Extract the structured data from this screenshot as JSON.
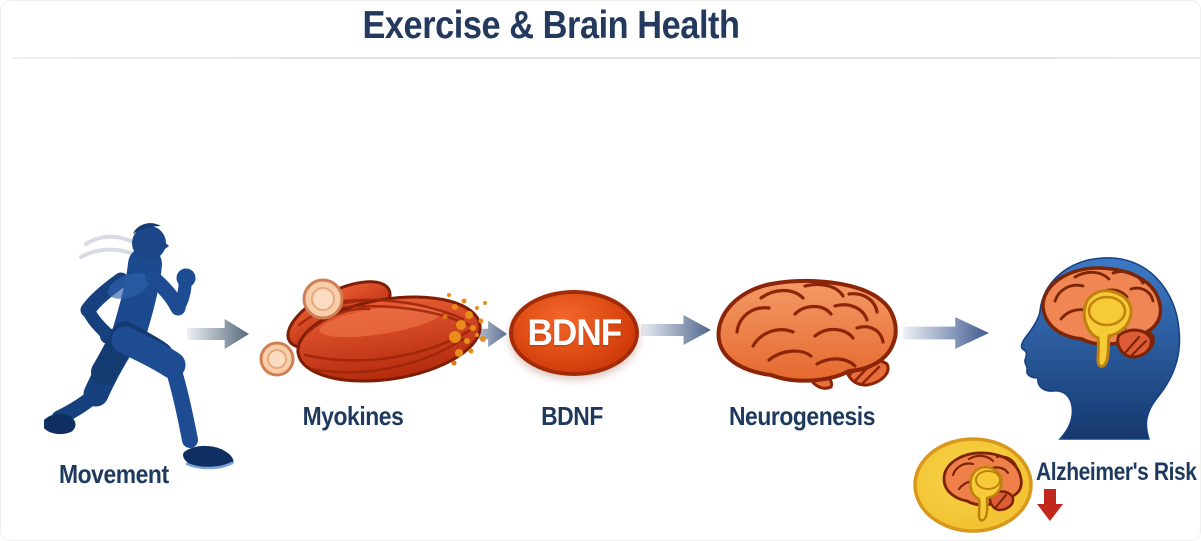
{
  "title": "Exercise & Brain Health",
  "pipeline": {
    "steps": [
      {
        "id": "movement",
        "label": "Movement",
        "icon": "runner-icon"
      },
      {
        "id": "myokines",
        "label": "Myokines",
        "icon": "muscle-icon"
      },
      {
        "id": "bdnf",
        "label": "BDNF",
        "icon": "bdnf-badge",
        "badge_text": "BDNF"
      },
      {
        "id": "neurogenesis",
        "label": "Neurogenesis",
        "icon": "brain-icon"
      },
      {
        "id": "brain-in-head",
        "label": "",
        "icon": "head-with-brain-icon"
      }
    ],
    "arrow_count": 4
  },
  "outcome": {
    "label": "Alzheimer's Risk",
    "trend": "decreased",
    "icon": "brain-in-oval-icon",
    "arrow_icon": "red-down-arrow-icon"
  },
  "colors": {
    "title_text": "#24395e",
    "label_text": "#1d3a5e",
    "flow_arrow": "#51668e",
    "runner_blue": "#1c4a8e",
    "muscle_red": "#c93410",
    "myokine_particle_orange": "#e88c1a",
    "bdnf_badge_fill": "#d9430e",
    "bdnf_badge_text": "#ffffff",
    "brain_orange": "#ee7f48",
    "brain_outline": "#8c2507",
    "head_blue": "#2a63b0",
    "inner_brain_yellow": "#f7ca38",
    "risk_oval_yellow": "#f5c832",
    "risk_arrow_red": "#c1271b"
  }
}
